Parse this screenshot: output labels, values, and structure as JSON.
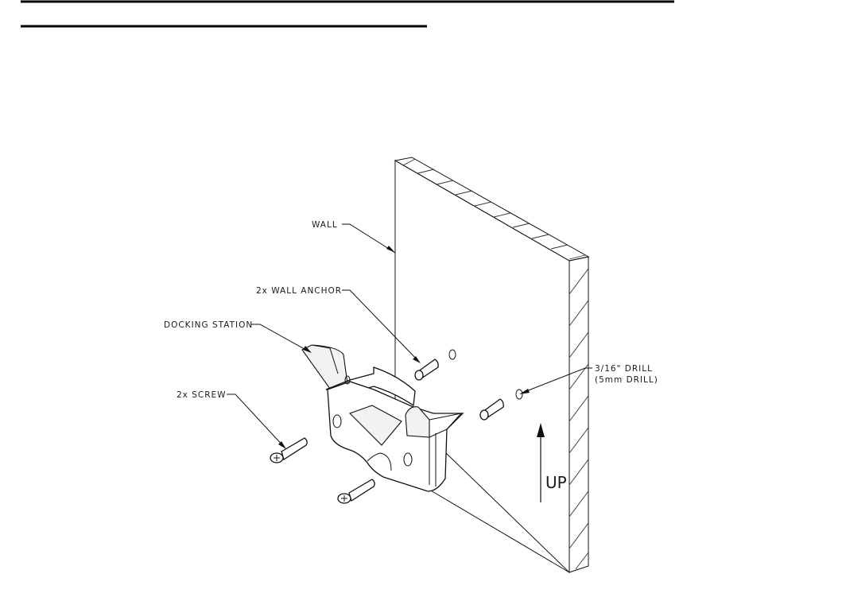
{
  "labels": {
    "wall": "WALL",
    "wall_anchor": "2x WALL ANCHOR",
    "docking_station": "DOCKING STATION",
    "screw": "2x SCREW",
    "drill_line1": "3/16\" DRILL",
    "drill_line2": "(5mm DRILL)",
    "up": "UP"
  },
  "icons": [
    "up-arrow-icon",
    "screw-icon",
    "wall-anchor-icon",
    "drill-hole-icon"
  ]
}
